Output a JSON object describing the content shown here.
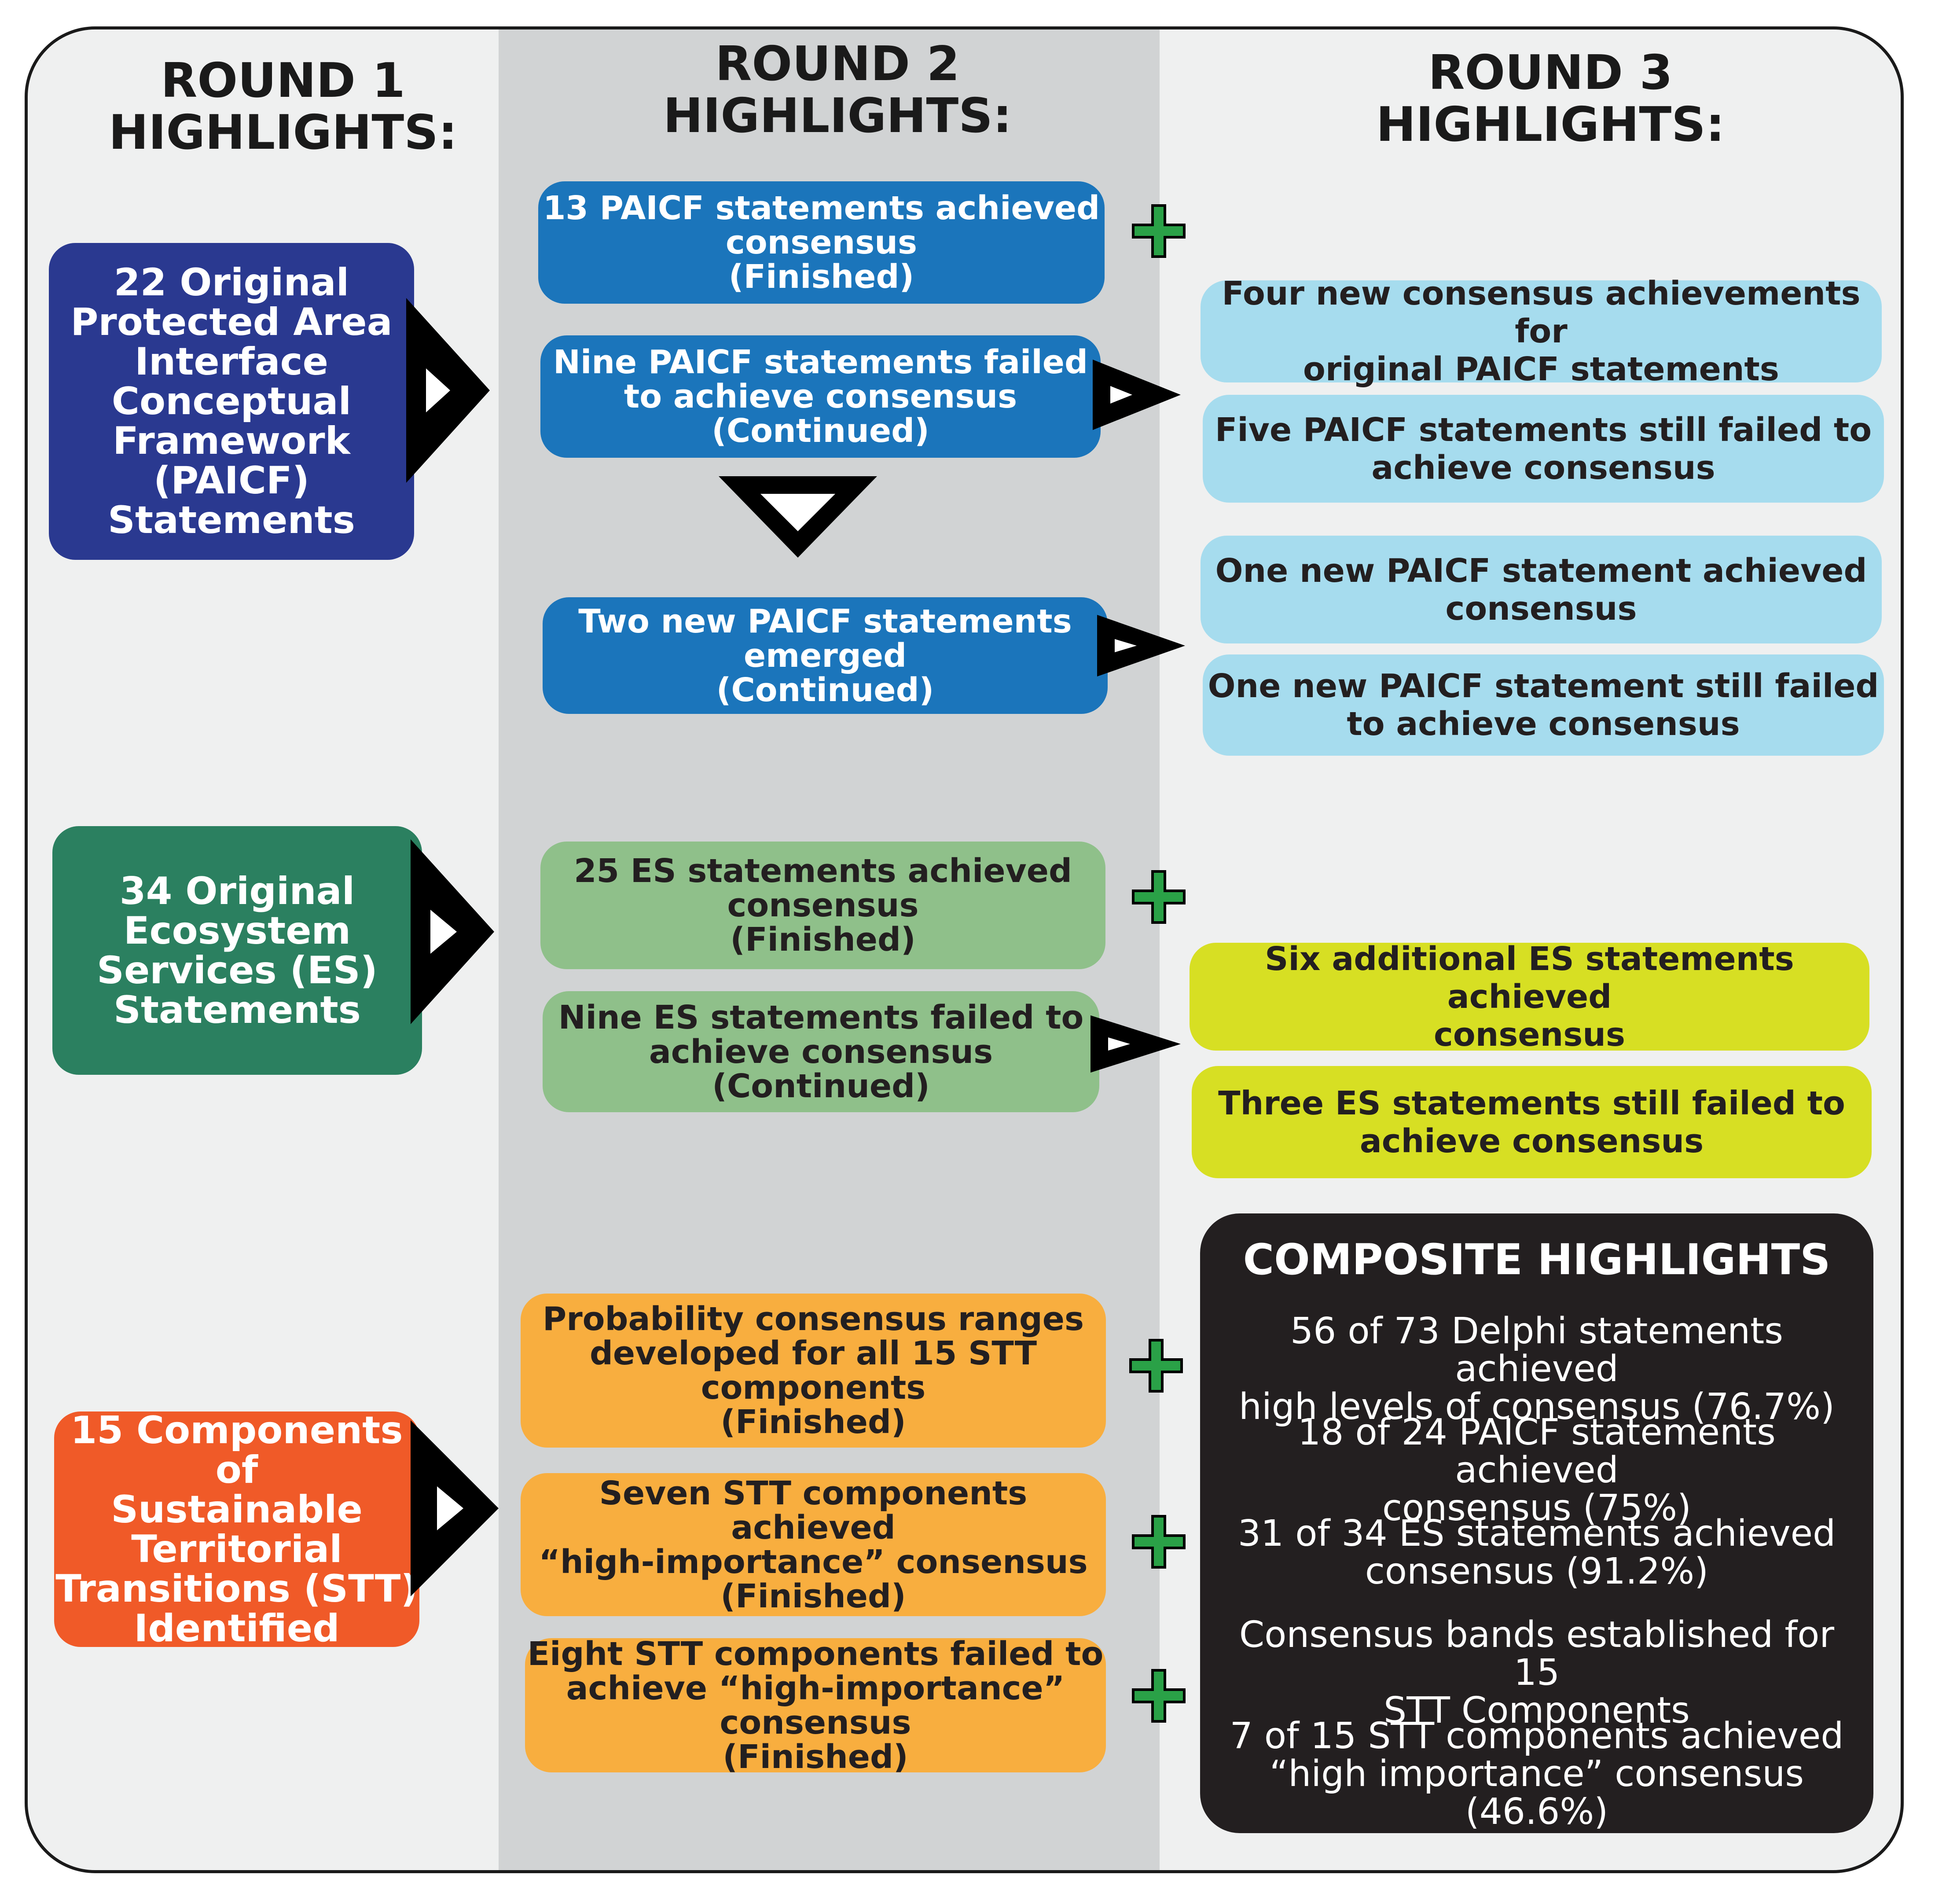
{
  "headers": {
    "round1": "ROUND 1\nHIGHLIGHTS:",
    "round2": "ROUND 2\nHIGHLIGHTS:",
    "round3": "ROUND 3\nHIGHLIGHTS:"
  },
  "round1": {
    "paicf": "22 Original\nProtected Area\nInterface\nConceptual\nFramework\n(PAICF)\nStatements",
    "es": "34 Original\nEcosystem\nServices (ES)\nStatements",
    "stt": "15 Components of\nSustainable\nTerritorial\nTransitions (STT)\nIdentified"
  },
  "round2": {
    "paicf_finished": "13 PAICF statements achieved\nconsensus\n(Finished)",
    "paicf_failed": "Nine PAICF statements failed\nto achieve consensus\n(Continued)",
    "paicf_new": "Two new PAICF statements\nemerged\n(Continued)",
    "es_finished": "25 ES statements achieved\nconsensus\n(Finished)",
    "es_failed": "Nine ES statements failed to\nachieve consensus\n(Continued)",
    "stt_probability": "Probability consensus ranges\ndeveloped for all 15 STT components\n(Finished)",
    "stt_high": "Seven STT components achieved\n“high-importance” consensus\n(Finished)",
    "stt_failed": "Eight STT components failed to\nachieve “high-importance” consensus\n(Finished)"
  },
  "round3": {
    "paicf_four": "Four new consensus achievements for\noriginal PAICF statements",
    "paicf_five": "Five PAICF statements still failed to\nachieve consensus",
    "paicf_one_achieved": "One new PAICF statement achieved\nconsensus",
    "paicf_one_failed": "One new PAICF statement still failed\nto achieve consensus",
    "es_six": "Six additional ES statements achieved\nconsensus",
    "es_three": "Three ES statements still failed to\nachieve consensus"
  },
  "composite": {
    "title": "COMPOSITE HIGHLIGHTS",
    "items": [
      "56 of 73 Delphi statements achieved\nhigh levels of consensus (76.7%)",
      "18 of 24 PAICF statements achieved\nconsensus (75%)",
      "31 of 34 ES statements achieved\nconsensus (91.2%)",
      "Consensus bands established for 15\nSTT Components",
      "7 of 15 STT components achieved\n“high importance” consensus (46.6%)"
    ]
  },
  "colors": {
    "frame_bg": "#eff0f0",
    "round2_bg": "#d1d3d4",
    "paicf_r1": "#2a3990",
    "es_r1": "#2b8060",
    "stt_r1": "#f05a28",
    "round2_blue": "#1b75bb",
    "round3_lightblue": "#a6dcee",
    "round2_green": "#8fc08a",
    "round3_lime": "#d7df23",
    "round2_orange": "#f8ae3f",
    "plus_green": "#2aa147",
    "composite_bg": "#231f20"
  },
  "icons": [
    "triangle-arrow-icon",
    "plus-icon"
  ]
}
